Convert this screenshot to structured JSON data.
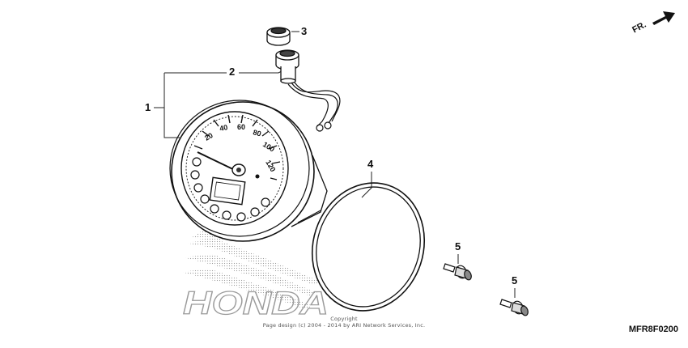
{
  "diagram": {
    "callouts": [
      {
        "id": "1",
        "label": "1"
      },
      {
        "id": "2",
        "label": "2"
      },
      {
        "id": "3",
        "label": "3"
      },
      {
        "id": "4",
        "label": "4"
      },
      {
        "id": "5a",
        "label": "5"
      },
      {
        "id": "5b",
        "label": "5"
      }
    ],
    "direction_label": "FR.",
    "watermark_text": "HONDA",
    "copyright_title": "Copyright",
    "copyright_line": "Page design (c) 2004 - 2014 by ARI Network Services, Inc.",
    "diagram_code": "MFR8F0200",
    "dial_numbers": [
      "20",
      "40",
      "60",
      "80",
      "100",
      "120"
    ]
  }
}
